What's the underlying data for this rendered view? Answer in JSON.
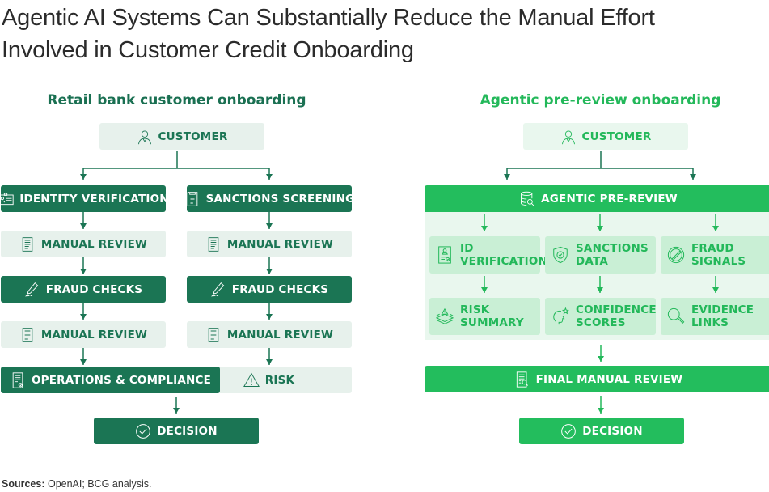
{
  "title": {
    "line1": "Agentic AI Systems Can Substantially Reduce the Manual Effort",
    "line2": "Involved in Customer Credit Onboarding"
  },
  "colors": {
    "dark_green": "#1b7554",
    "pale_green": "#e7f1ec",
    "bright_green": "#23bd5d",
    "light_mint": "#e9f7ee",
    "mint": "#c9efd5"
  },
  "left": {
    "heading": "Retail bank customer onboarding",
    "customer": {
      "label": "CUSTOMER",
      "icon": "person-icon"
    },
    "branch_a": [
      {
        "label": "IDENTITY VERIFICATION",
        "icon": "id-card-icon",
        "style": "dark"
      },
      {
        "label": "MANUAL REVIEW",
        "icon": "document-icon",
        "style": "pale"
      },
      {
        "label": "FRAUD CHECKS",
        "icon": "pen-signature-icon",
        "style": "dark"
      },
      {
        "label": "MANUAL REVIEW",
        "icon": "document-icon",
        "style": "pale"
      },
      {
        "label": "OPERATIONS & COMPLIANCE",
        "icon": "document-check-icon",
        "style": "dark"
      }
    ],
    "branch_b": [
      {
        "label": "SANCTIONS SCREENING",
        "icon": "list-document-icon",
        "style": "dark"
      },
      {
        "label": "MANUAL REVIEW",
        "icon": "document-icon",
        "style": "pale"
      },
      {
        "label": "FRAUD CHECKS",
        "icon": "pen-signature-icon",
        "style": "dark"
      },
      {
        "label": "MANUAL REVIEW",
        "icon": "document-icon",
        "style": "pale"
      },
      {
        "label": "RISK",
        "icon": "warning-icon",
        "style": "pale"
      }
    ],
    "decision": {
      "label": "DECISION",
      "icon": "check-circle-icon"
    }
  },
  "right": {
    "heading": "Agentic pre-review onboarding",
    "customer": {
      "label": "CUSTOMER",
      "icon": "person-icon"
    },
    "agentic": {
      "label": "AGENTIC PRE-REVIEW",
      "icon": "database-search-icon"
    },
    "row1": [
      {
        "label": "ID\nVERIFICATION",
        "icon": "id-document-icon"
      },
      {
        "label": "SANCTIONS\nDATA",
        "icon": "shield-check-icon"
      },
      {
        "label": "FRAUD\nSIGNALS",
        "icon": "prohibited-icon"
      }
    ],
    "row2": [
      {
        "label": "RISK\nSUMMARY",
        "icon": "layers-warning-icon"
      },
      {
        "label": "CONFIDENCE\nSCORES",
        "icon": "head-star-icon"
      },
      {
        "label": "EVIDENCE\nLINKS",
        "icon": "magnifier-icon"
      }
    ],
    "final_review": {
      "label": "FINAL MANUAL REVIEW",
      "icon": "document-search-icon"
    },
    "decision": {
      "label": "DECISION",
      "icon": "check-circle-icon"
    }
  },
  "sources": {
    "label": "Sources:",
    "text": " OpenAI; BCG analysis."
  }
}
